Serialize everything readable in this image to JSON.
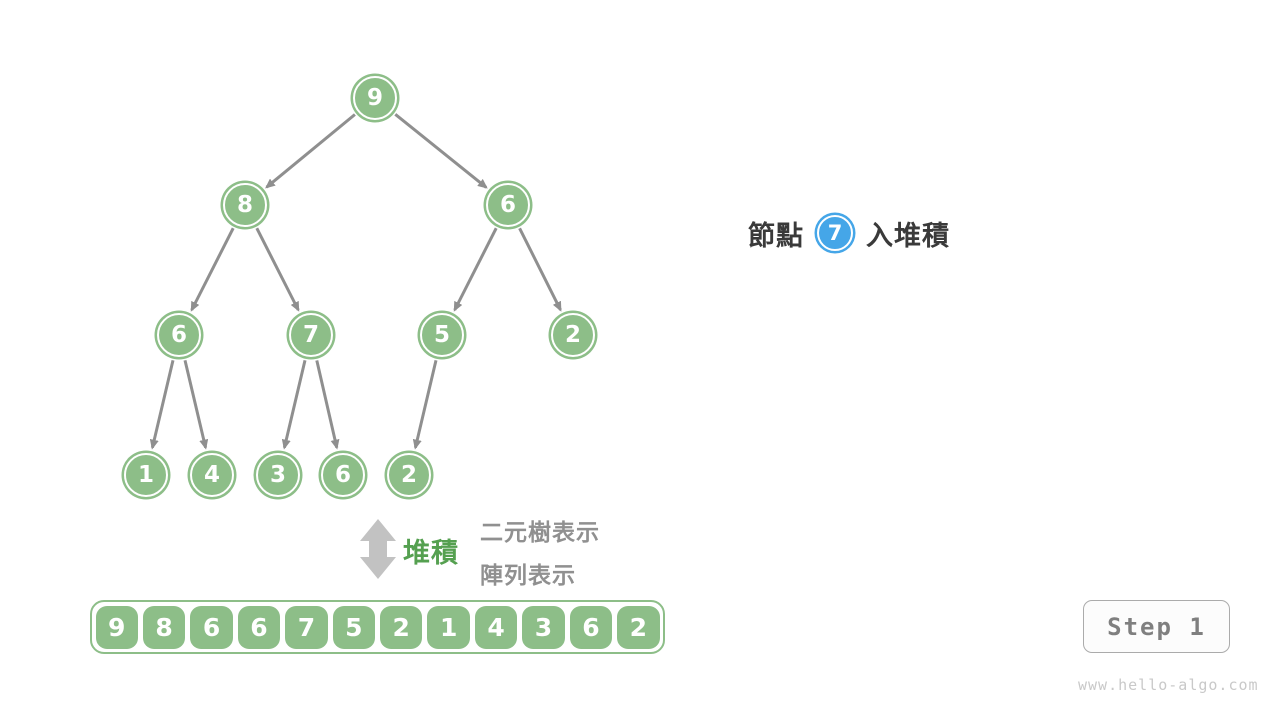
{
  "tree": {
    "nodes": [
      "9",
      "8",
      "6",
      "6",
      "7",
      "5",
      "2",
      "1",
      "4",
      "3",
      "6",
      "2"
    ],
    "edges": [
      [
        0,
        1
      ],
      [
        0,
        2
      ],
      [
        1,
        3
      ],
      [
        1,
        4
      ],
      [
        2,
        5
      ],
      [
        2,
        6
      ],
      [
        3,
        7
      ],
      [
        3,
        8
      ],
      [
        4,
        9
      ],
      [
        4,
        10
      ],
      [
        5,
        11
      ]
    ]
  },
  "array": {
    "values": [
      "9",
      "8",
      "6",
      "6",
      "7",
      "5",
      "2",
      "1",
      "4",
      "3",
      "6",
      "2"
    ]
  },
  "annotation": {
    "prefix": "節點",
    "node_value": "7",
    "suffix": "入堆積"
  },
  "labels": {
    "heap": "堆積",
    "tree_repr": "二元樹表示",
    "array_repr": "陣列表示"
  },
  "step": {
    "label": "Step 1"
  },
  "watermark": "www.hello-algo.com",
  "colors": {
    "node_green": "#8DBE88",
    "node_blue": "#45A6E8",
    "edge_gray": "#8F8F8F",
    "double_arrow_gray": "#C2C2C2",
    "heap_label_green": "#55A050",
    "text_dark": "#3A3A3A",
    "text_gray": "#909090",
    "step_text": "#7F7F7F",
    "watermark_gray": "#C9C9C9"
  }
}
